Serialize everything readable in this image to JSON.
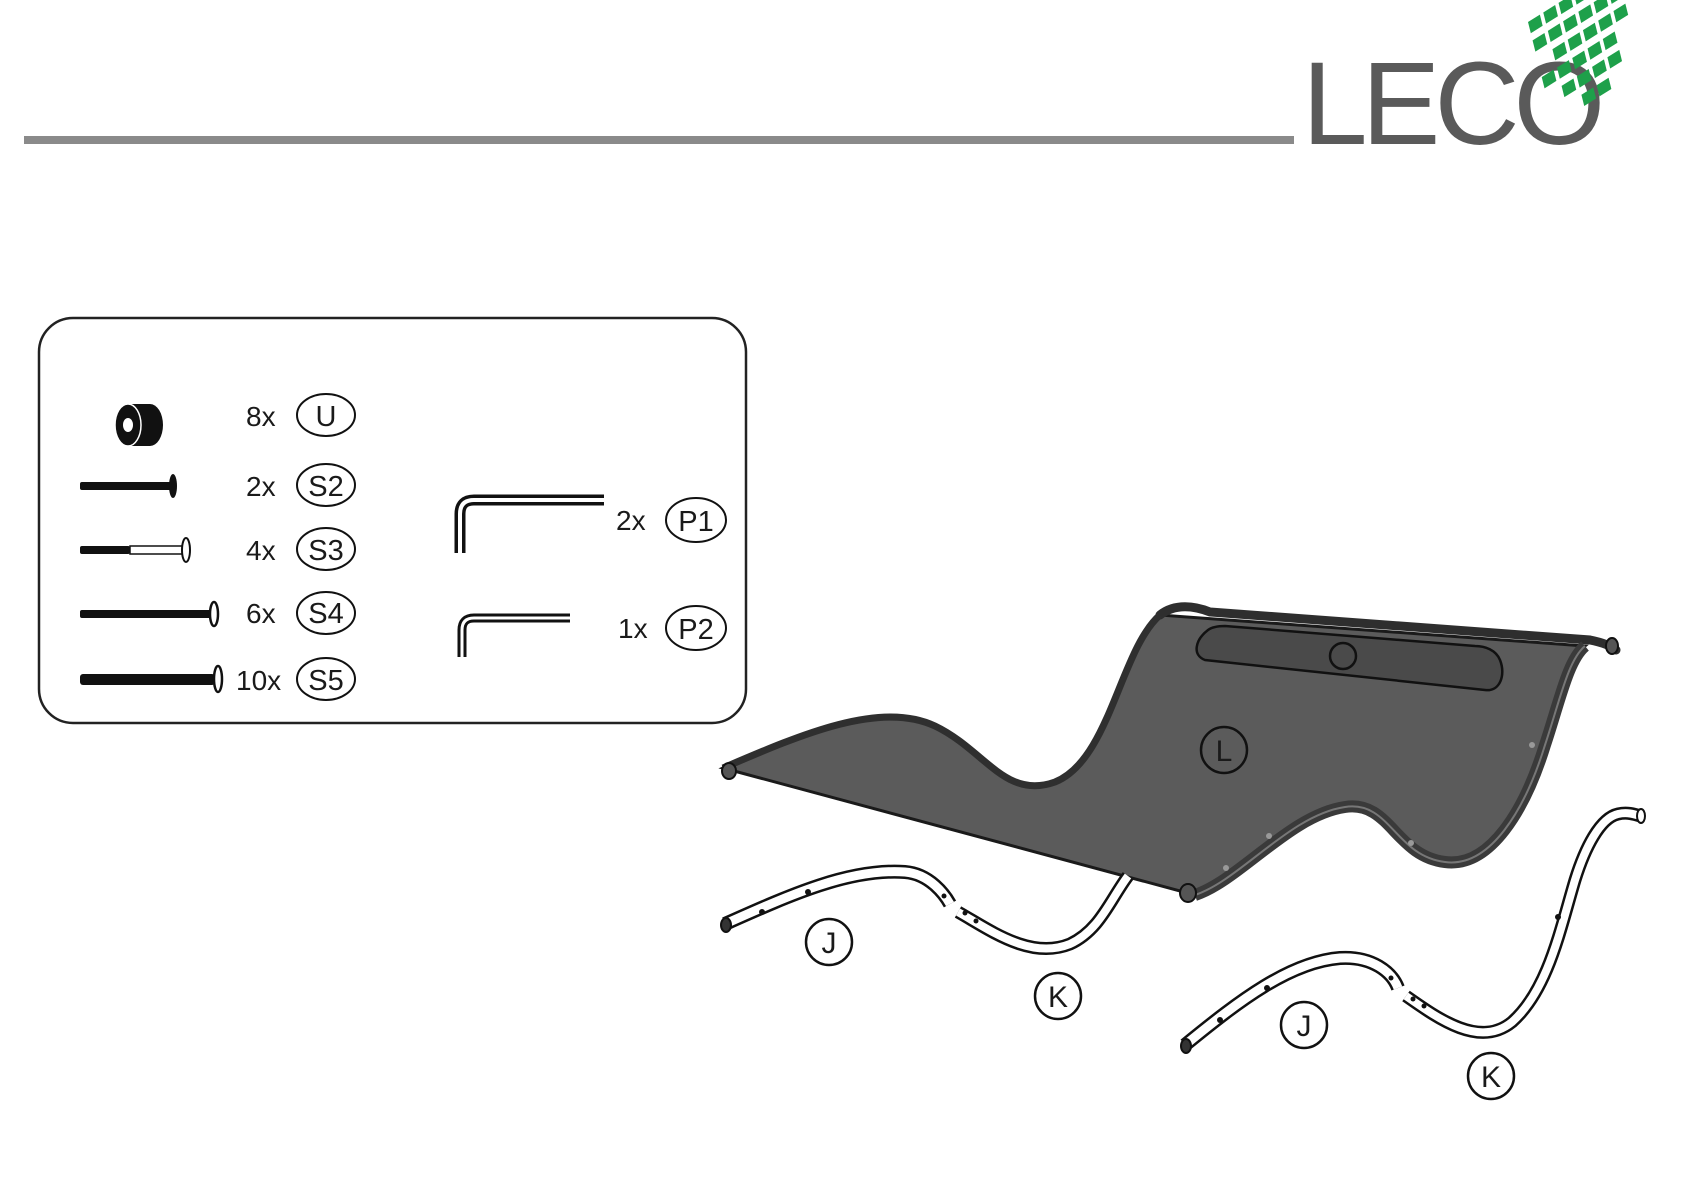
{
  "brand": {
    "name": "LECO",
    "text_color": "#5a5a5a",
    "accent_color": "#1ea04a"
  },
  "colors": {
    "rule": "#8a8a8a",
    "line": "#111111",
    "seat_fill": "#5b5b5b",
    "seat_rim": "#3c3c3c"
  },
  "hardware_box": {
    "items": [
      {
        "qty": "8x",
        "code": "U",
        "icon": "spacer-sleeve-icon"
      },
      {
        "qty": "2x",
        "code": "S2",
        "icon": "short-bolt-icon"
      },
      {
        "qty": "4x",
        "code": "S3",
        "icon": "partially-threaded-bolt-icon"
      },
      {
        "qty": "6x",
        "code": "S4",
        "icon": "long-bolt-icon"
      },
      {
        "qty": "10x",
        "code": "S5",
        "icon": "longest-bolt-icon"
      },
      {
        "qty": "2x",
        "code": "P1",
        "icon": "large-allen-key-icon"
      },
      {
        "qty": "1x",
        "code": "P2",
        "icon": "small-allen-key-icon"
      }
    ]
  },
  "parts": {
    "seat": "L",
    "frame_left_front": "J",
    "frame_left_back": "K",
    "frame_right_front": "J",
    "frame_right_back": "K"
  }
}
